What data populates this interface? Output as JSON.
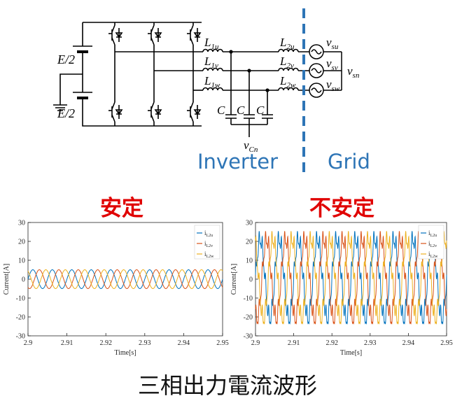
{
  "circuit": {
    "dc_upper": "E/2",
    "dc_lower": "E/2",
    "inverter_inductors": [
      {
        "name": "L",
        "sub": "1u"
      },
      {
        "name": "L",
        "sub": "1v"
      },
      {
        "name": "L",
        "sub": "1w"
      }
    ],
    "grid_inductors": [
      {
        "name": "L",
        "sub": "2u"
      },
      {
        "name": "L",
        "sub": "2v"
      },
      {
        "name": "L",
        "sub": "2w"
      }
    ],
    "capacitors": [
      "C",
      "C",
      "C"
    ],
    "sources": [
      {
        "name": "v",
        "sub": "su"
      },
      {
        "name": "v",
        "sub": "sv"
      },
      {
        "name": "v",
        "sub": "sw"
      }
    ],
    "neutral": {
      "name": "v",
      "sub": "sn"
    },
    "cap_neutral": {
      "name": "v",
      "sub": "Cn"
    },
    "inverter_label": "Inverter",
    "grid_label": "Grid",
    "colors": {
      "region_text": "#2e75b6",
      "boundary": "#2e75b6"
    }
  },
  "labels": {
    "stable": "安定",
    "unstable": "不安定",
    "caption": "三相出力電流波形",
    "heading_color": "#e00000"
  },
  "chart_data": [
    {
      "type": "line",
      "title": "安定",
      "xlabel": "Time[s]",
      "ylabel": "Current[A]",
      "xlim": [
        2.9,
        2.95
      ],
      "ylim": [
        -30,
        30
      ],
      "xticks": [
        "2.9",
        "2.91",
        "2.92",
        "2.93",
        "2.94",
        "2.95"
      ],
      "yticks": [
        "-30",
        "-20",
        "-10",
        "0",
        "10",
        "20",
        "30"
      ],
      "grid": false,
      "legend_position": "top-right",
      "waveform": {
        "amplitude": 5,
        "frequency_hz": 200,
        "ripple": 0
      },
      "series": [
        {
          "name": "iL2u",
          "label_main": "i",
          "label_sub": "L2u",
          "color": "#0072bd",
          "phase_deg": 0
        },
        {
          "name": "iL2v",
          "label_main": "i",
          "label_sub": "L2v",
          "color": "#d95319",
          "phase_deg": -120
        },
        {
          "name": "iL2w",
          "label_main": "i",
          "label_sub": "L2w",
          "color": "#edb120",
          "phase_deg": 120
        }
      ]
    },
    {
      "type": "line",
      "title": "不安定",
      "xlabel": "Time[s]",
      "ylabel": "Current[A]",
      "xlim": [
        2.9,
        2.95
      ],
      "ylim": [
        -30,
        30
      ],
      "xticks": [
        "2.9",
        "2.91",
        "2.92",
        "2.93",
        "2.94",
        "2.95"
      ],
      "yticks": [
        "-30",
        "-20",
        "-10",
        "0",
        "10",
        "20",
        "30"
      ],
      "grid": false,
      "legend_position": "top-right",
      "waveform": {
        "amplitude": 21,
        "frequency_hz": 200,
        "ripple": 4
      },
      "series": [
        {
          "name": "iL2u",
          "label_main": "i",
          "label_sub": "L2u",
          "color": "#0072bd",
          "phase_deg": 0
        },
        {
          "name": "iL2v",
          "label_main": "i",
          "label_sub": "L2v",
          "color": "#d95319",
          "phase_deg": -120
        },
        {
          "name": "iL2w",
          "label_main": "i",
          "label_sub": "L2w",
          "color": "#edb120",
          "phase_deg": 120
        }
      ]
    }
  ]
}
